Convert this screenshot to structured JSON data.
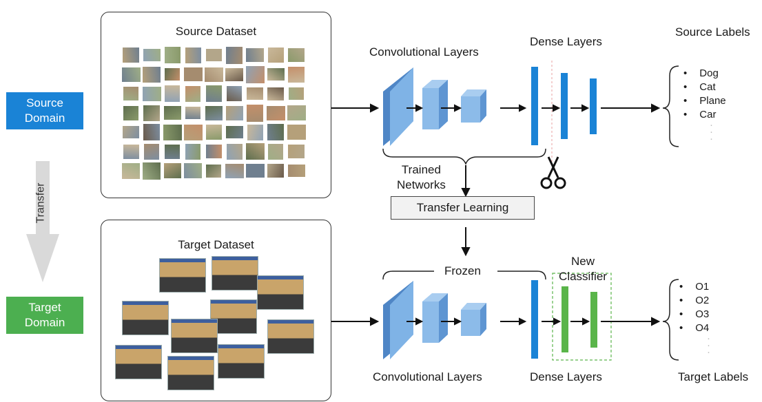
{
  "domains": {
    "source_label": "Source\nDomain",
    "target_label": "Target\nDomain",
    "transfer_label": "Transfer",
    "source_color": "#1a83d6",
    "target_color": "#4caf50"
  },
  "source_panel": {
    "title": "Source Dataset"
  },
  "target_panel": {
    "title": "Target Dataset"
  },
  "top": {
    "conv_label": "Convolutional Layers",
    "dense_label": "Dense Layers",
    "labels_title": "Source Labels",
    "labels": [
      "Dog",
      "Cat",
      "Plane",
      "Car"
    ]
  },
  "middle": {
    "trained_networks": "Trained\nNetworks",
    "transfer_learning": "Transfer Learning"
  },
  "bottom": {
    "frozen": "Frozen",
    "new_classifier": "New\nClassifier",
    "conv_label": "Convolutional Layers",
    "dense_label": "Dense Layers",
    "labels_title": "Target Labels",
    "labels": [
      "O1",
      "O2",
      "O3",
      "O4"
    ]
  },
  "colors": {
    "conv_front": "#7fb3e6",
    "conv_side": "#4f86c6",
    "dense_blue": "#1a83d6",
    "dense_green": "#5ab54a"
  }
}
